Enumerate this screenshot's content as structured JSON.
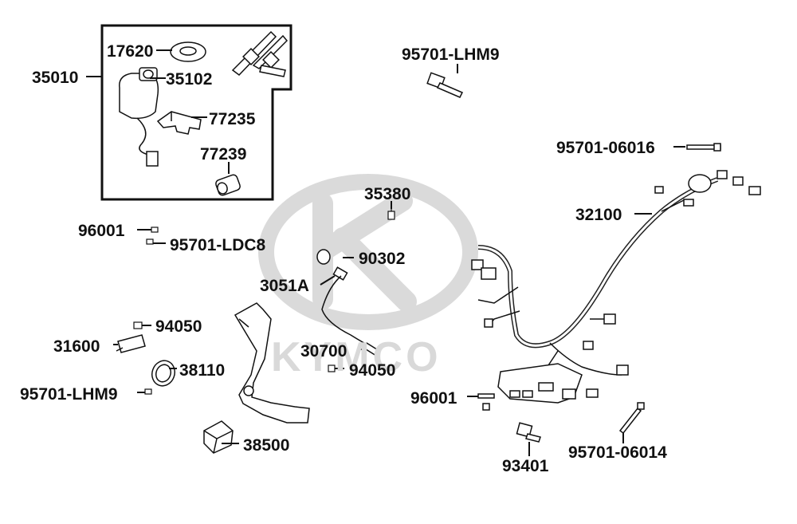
{
  "watermark": {
    "brand": "KYMCO"
  },
  "part_labels": {
    "p35010": "35010",
    "p17620": "17620",
    "p35102": "35102",
    "p77235": "77235",
    "p77239": "77239",
    "p95701_lhm9_top": "95701-LHM9",
    "p95701_06016": "95701-06016",
    "p35380": "35380",
    "p32100": "32100",
    "p96001_left": "96001",
    "p95701_ldc8": "95701-LDC8",
    "p90302": "90302",
    "p3051a": "3051A",
    "p94050_left": "94050",
    "p31600": "31600",
    "p30700": "30700",
    "p94050_mid": "94050",
    "p38110": "38110",
    "p95701_lhm9_left": "95701-LHM9",
    "p96001_right": "96001",
    "p38500": "38500",
    "p93401": "93401",
    "p95701_06014": "95701-06014"
  },
  "colors": {
    "ink": "#111111",
    "watermark": "#d9d9d9",
    "part_fill": "#ffffff"
  }
}
